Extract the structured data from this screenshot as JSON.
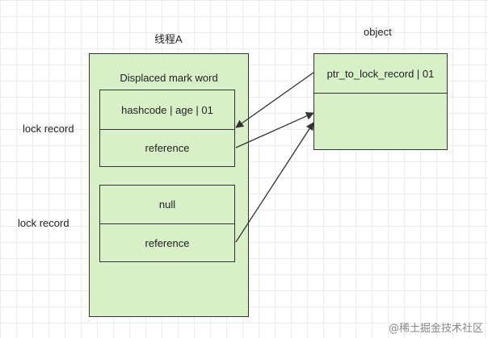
{
  "thread": {
    "title": "线程A",
    "displaced_label": "Displaced mark word",
    "lock_records": [
      {
        "side_label": "lock record",
        "top_value": "hashcode |  age |  01",
        "bottom_value": "reference"
      },
      {
        "side_label": "lock record",
        "top_value": "null",
        "bottom_value": "reference"
      }
    ]
  },
  "object": {
    "title": "object",
    "header_value": "ptr_to_lock_record |  01",
    "body_value": ""
  },
  "watermark": "@稀土掘金技术社区",
  "colors": {
    "box_fill": "#d8f0c8",
    "stroke": "#333333",
    "grid": "#ececec"
  }
}
